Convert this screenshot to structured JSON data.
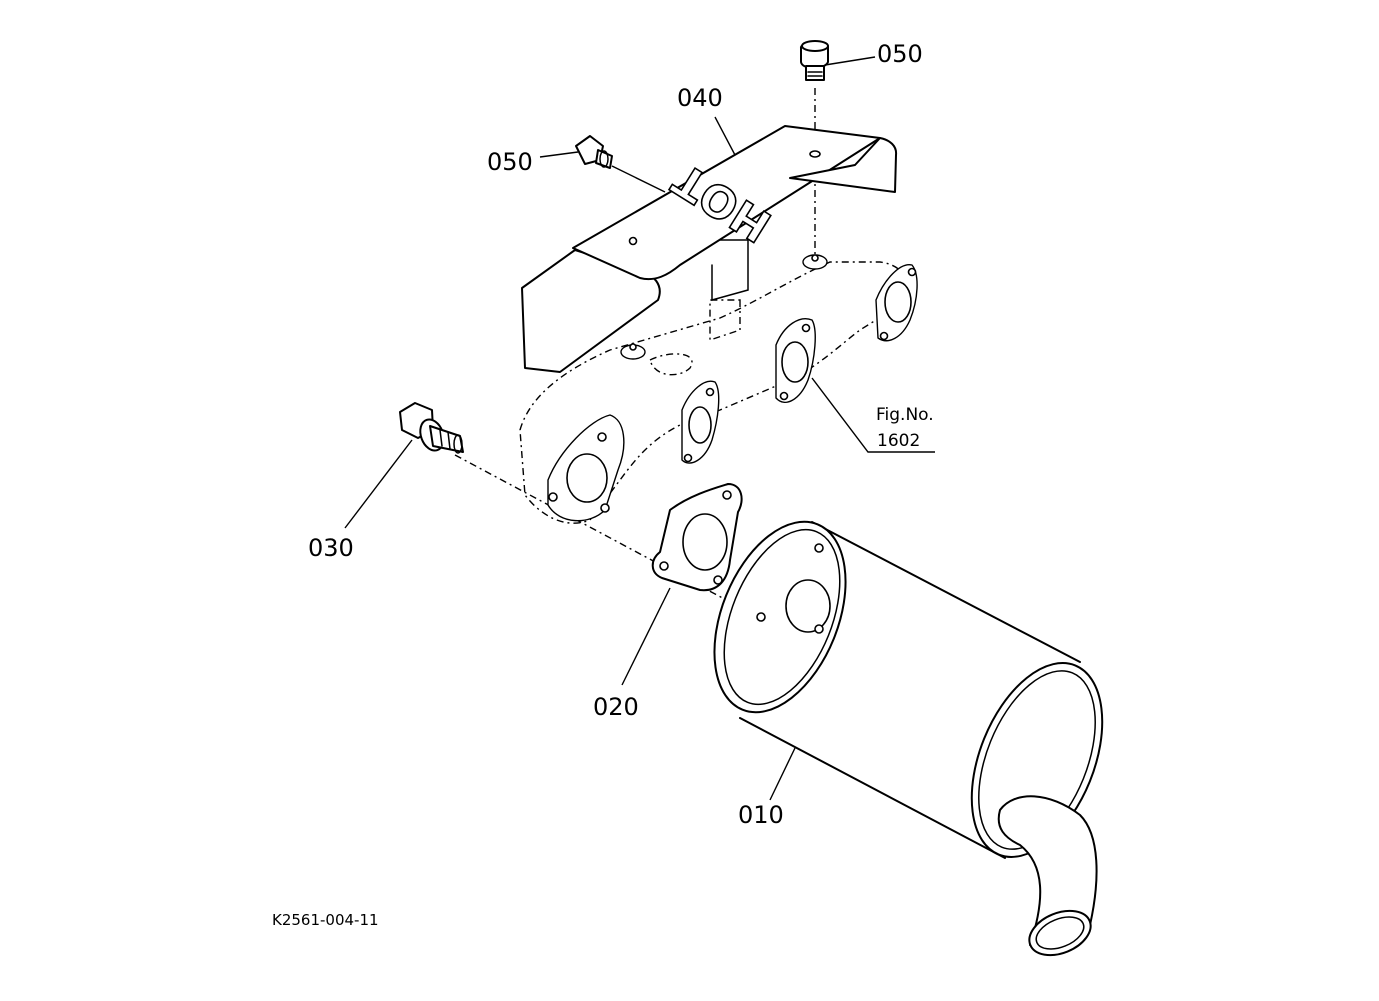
{
  "parts": {
    "p010": "010",
    "p020": "020",
    "p030": "030",
    "p040": "040",
    "p050_top": "050",
    "p050_left": "050"
  },
  "figure_ref": {
    "line1": "Fig.No.",
    "line2": "1602"
  },
  "heat_shield_stamp": "HOT",
  "drawing_code": "K2561-004-11"
}
